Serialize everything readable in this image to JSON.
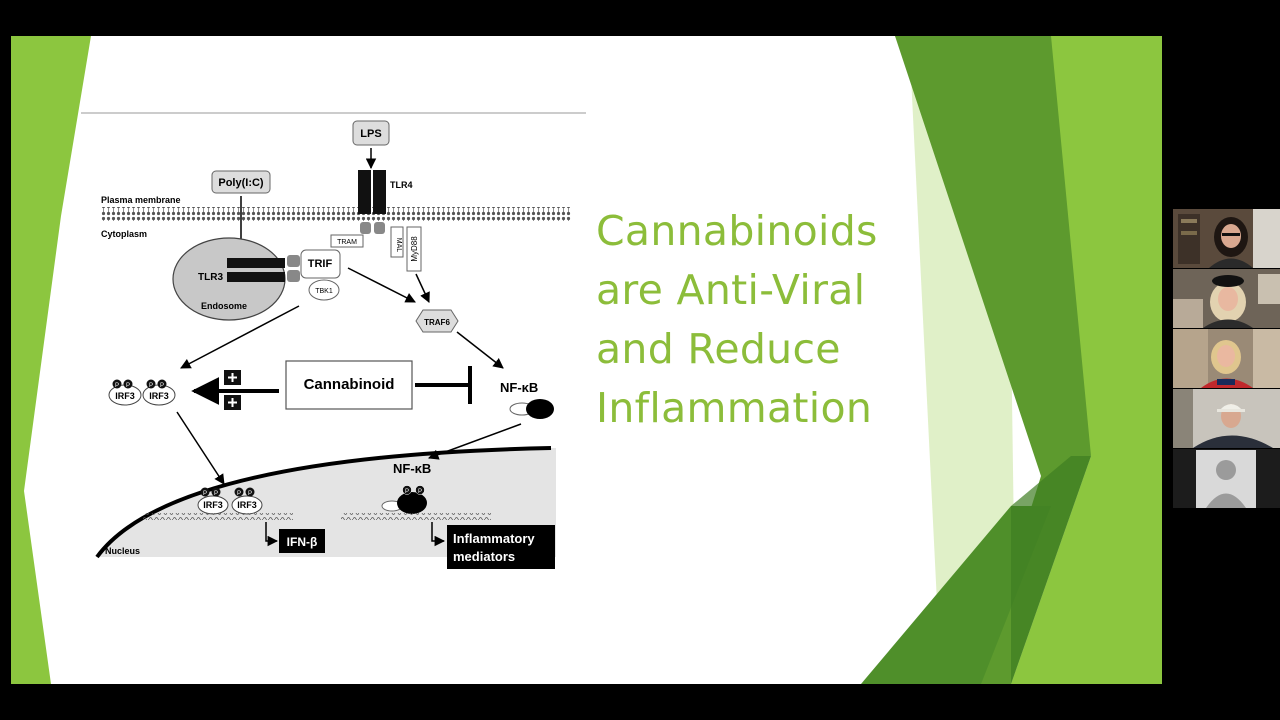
{
  "slide": {
    "title_lines": [
      "Cannabinoids",
      "are Anti-Viral",
      "and Reduce",
      "Inflammation"
    ],
    "colors": {
      "title": "#8cbd3a",
      "light_green": "#8cc63f",
      "dark_green": "#4f8f2a",
      "pale_green": "#c6e49a"
    }
  },
  "diagram": {
    "lps": "LPS",
    "tlr4": "TLR4",
    "poly": "Poly(I:C)",
    "plasma_membrane": "Plasma membrane",
    "cytoplasm": "Cytoplasm",
    "tram": "TRAM",
    "mal": "MAL",
    "myd88": "MyD88",
    "tlr3": "TLR3",
    "endosome": "Endosome",
    "trif": "TRIF",
    "tbk1": "TBK1",
    "traf6": "TRAF6",
    "cannabinoid": "Cannabinoid",
    "nfkb": "NF-κB",
    "nfkb_nuclear": "NF-κB",
    "irf3": "IRF3",
    "p": "P",
    "nucleus": "Nucleus",
    "ifn": "IFN-β",
    "inflammatory_1": "Inflammatory",
    "inflammatory_2": "mediators"
  },
  "participants": [
    {
      "id": "participant-1",
      "icon": "person-dark-hair-glasses"
    },
    {
      "id": "participant-2",
      "icon": "person-blonde-hat"
    },
    {
      "id": "participant-3",
      "icon": "person-blonde-red"
    },
    {
      "id": "participant-4",
      "icon": "person-cap"
    },
    {
      "id": "participant-5",
      "icon": "default-avatar-icon"
    }
  ]
}
